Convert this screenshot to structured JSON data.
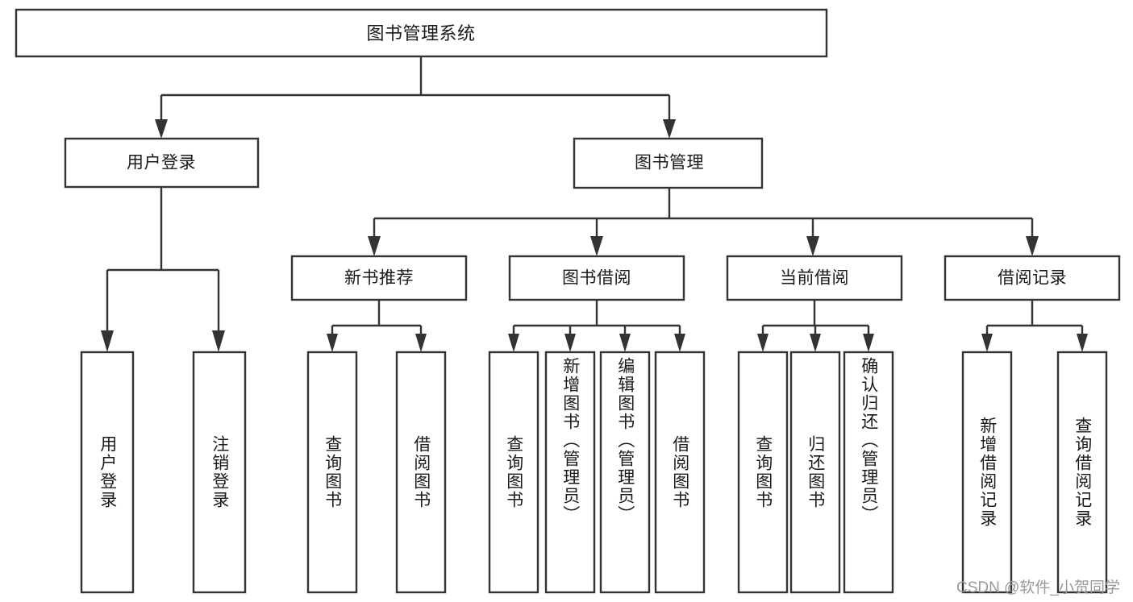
{
  "diagram": {
    "type": "tree",
    "title": "图书管理系统",
    "orientation": "top-down",
    "colors": {
      "box_fill": "#ffffff",
      "box_stroke": "#333333",
      "text": "#1a1a1a",
      "watermark": "#9a9a9a",
      "background": "#ffffff"
    },
    "root": {
      "label": "图书管理系统"
    },
    "level1": [
      {
        "label": "用户登录"
      },
      {
        "label": "图书管理"
      }
    ],
    "level2": [
      {
        "label": "新书推荐"
      },
      {
        "label": "图书借阅"
      },
      {
        "label": "当前借阅"
      },
      {
        "label": "借阅记录"
      }
    ],
    "leaves": {
      "user_login": [
        {
          "label": "用户登录"
        },
        {
          "label": "注销登录"
        }
      ],
      "new_book_recommend": [
        {
          "label": "查询图书"
        },
        {
          "label": "借阅图书"
        }
      ],
      "book_borrow": [
        {
          "label": "查询图书"
        },
        {
          "label": "新增图书（管理员）"
        },
        {
          "label": "编辑图书（管理员）"
        },
        {
          "label": "借阅图书"
        }
      ],
      "current_borrow": [
        {
          "label": "查询图书"
        },
        {
          "label": "归还图书"
        },
        {
          "label": "确认归还（管理员）"
        }
      ],
      "borrow_record": [
        {
          "label": "新增借阅记录"
        },
        {
          "label": "查询借阅记录"
        }
      ]
    }
  },
  "watermark": {
    "text": "CSDN @软件_小贺同学"
  }
}
